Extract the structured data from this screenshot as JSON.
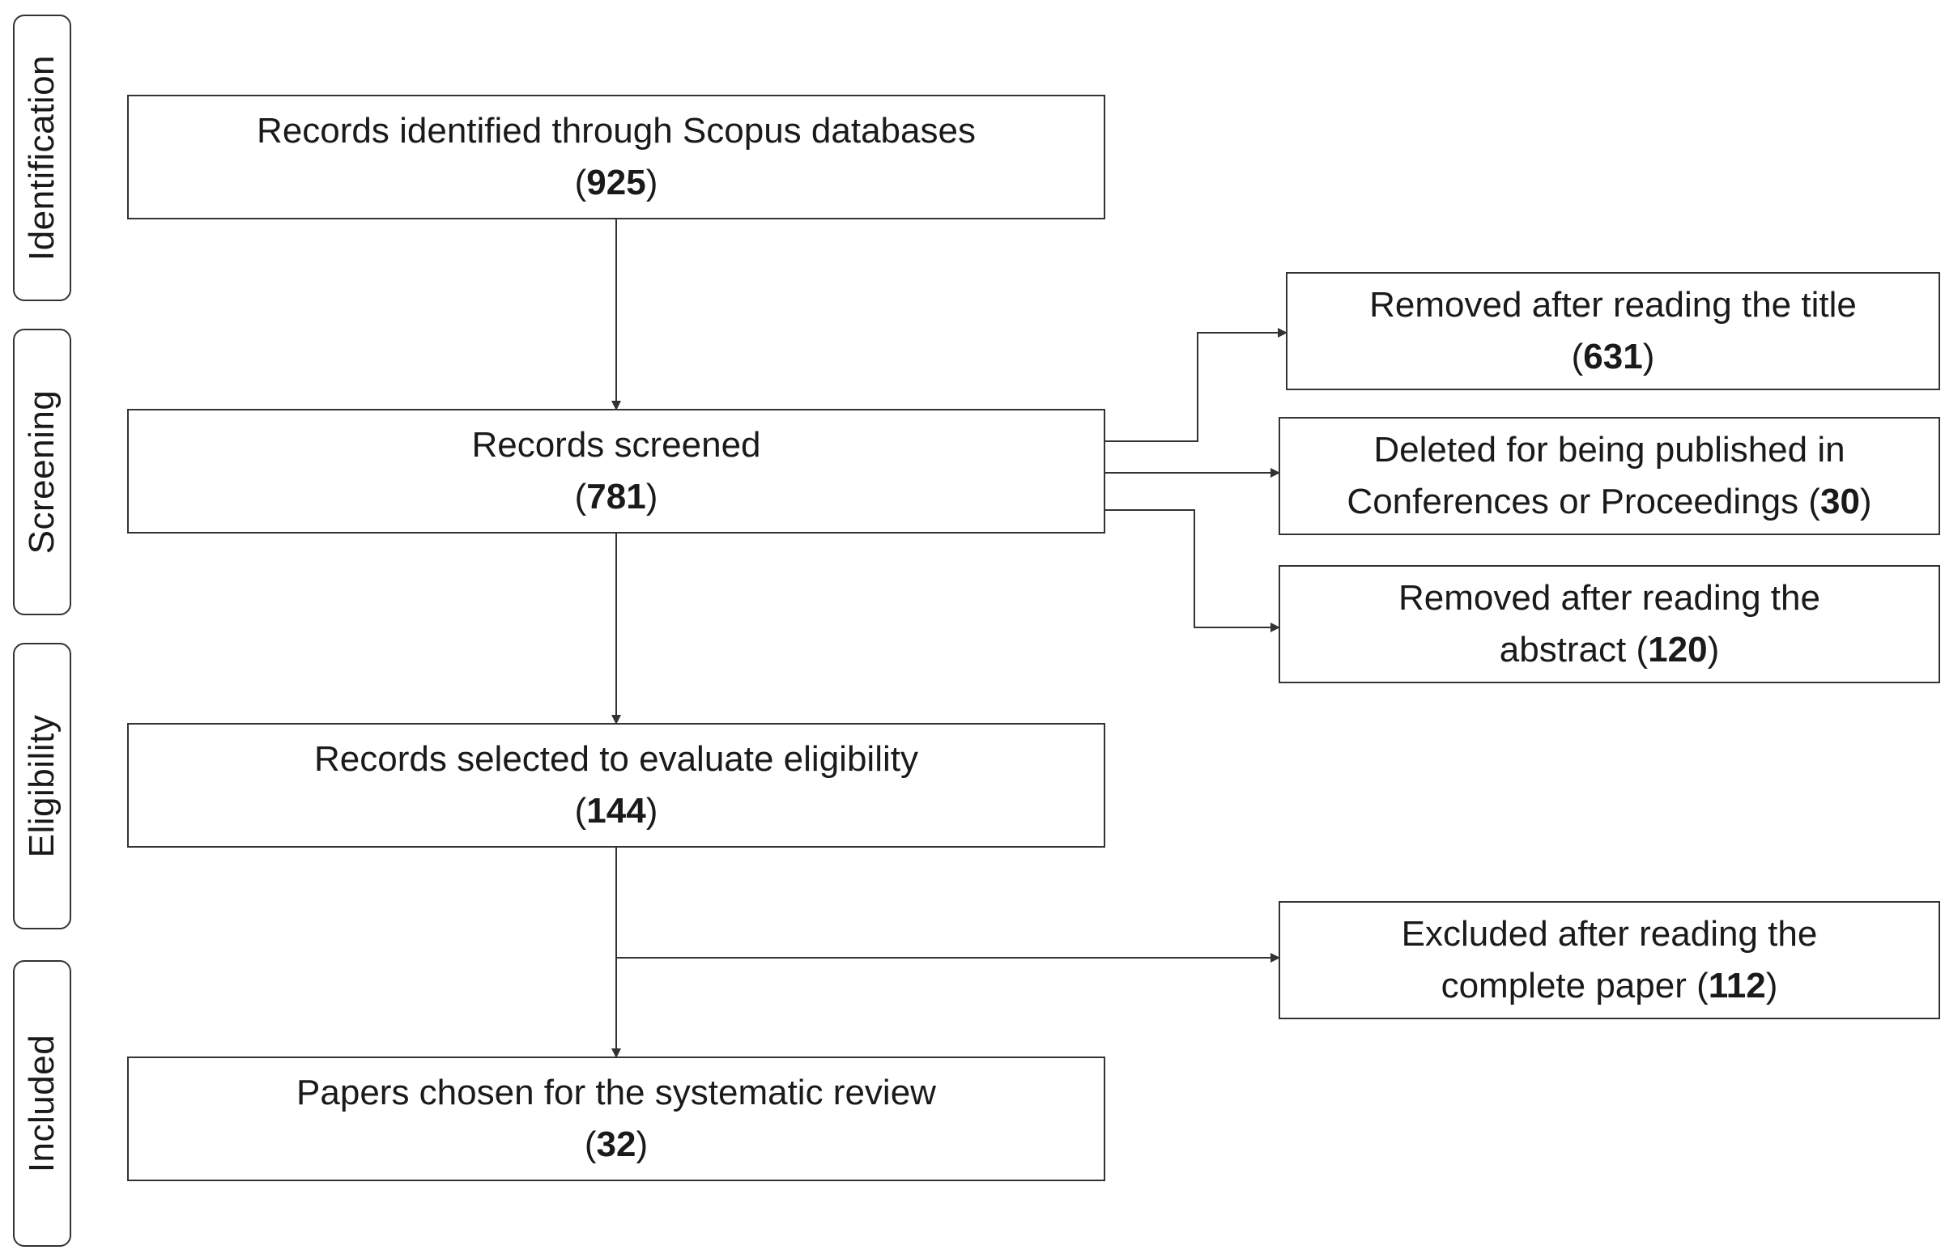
{
  "stages": {
    "identification": "Identification",
    "screening": "Screening",
    "eligibility": "Eligibility",
    "included": "Included"
  },
  "boxes": {
    "identified": {
      "text": "Records identified through Scopus databases",
      "count": "925"
    },
    "screened": {
      "text": "Records screened",
      "count": "781"
    },
    "selected": {
      "text": "Records selected to evaluate eligibility",
      "count": "144"
    },
    "chosen": {
      "text": "Papers chosen for the systematic review",
      "count": "32"
    },
    "removed_title": {
      "text": "Removed after reading the title",
      "count": "631"
    },
    "deleted_conf": {
      "text_line1": "Deleted for being published in",
      "text_line2": "Conferences or Proceedings",
      "count": "30"
    },
    "removed_abstract": {
      "text_line1": "Removed after reading the",
      "text_line2": "abstract",
      "count": "120"
    },
    "excluded_paper": {
      "text_line1": "Excluded after reading the",
      "text_line2": "complete paper",
      "count": "112"
    }
  },
  "colors": {
    "line": "#333333",
    "text": "#1a1a1a"
  }
}
